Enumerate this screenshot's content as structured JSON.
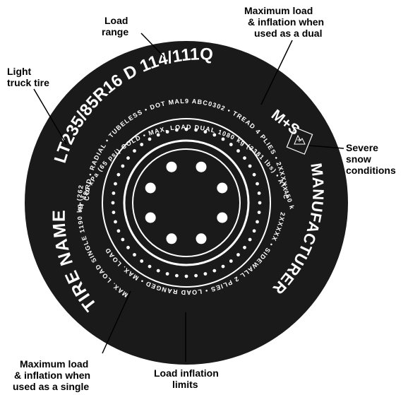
{
  "callouts": {
    "load_range": [
      "Load",
      "range"
    ],
    "dual": [
      "Maximum load",
      "& inflation when",
      "used as a dual"
    ],
    "light_truck": [
      "Light",
      "truck tire"
    ],
    "severe_snow": [
      "Severe",
      "snow",
      "conditions"
    ],
    "single": [
      "Maximum load",
      "& inflation when",
      "used as a single"
    ],
    "inflation_limits": [
      "Load inflation",
      "limits"
    ]
  },
  "sidewall": {
    "size_code": "LT235/85R16 D 114/111Q",
    "snow_mark": "M+S",
    "tire_name": "TIRE NAME",
    "manufacturer": "MANUFACTURER",
    "upper_line_1": "AT 450 kPa (65 psi) COLD • MAX. LOAD DUAL 1080 kg (2381 lbs) • AT 450 kPa (65 psi) COLD",
    "upper_line_2": "CORD • RADIAL • TUBELESS • DOT MAL9 ABC0302 • TREAD 4 PLIES • 2XXXXX CORD",
    "lower_line_1": "MAX. LOAD SINGLE 1190 kg (2623 lbs)",
    "lower_line_2": "2XXXXX • SIDEWALL 2 PLIES • LOAD RANGED • MAX. LOAD"
  },
  "colors": {
    "tire": "#1a1a1a",
    "line": "#ffffff",
    "background": "#ffffff"
  }
}
